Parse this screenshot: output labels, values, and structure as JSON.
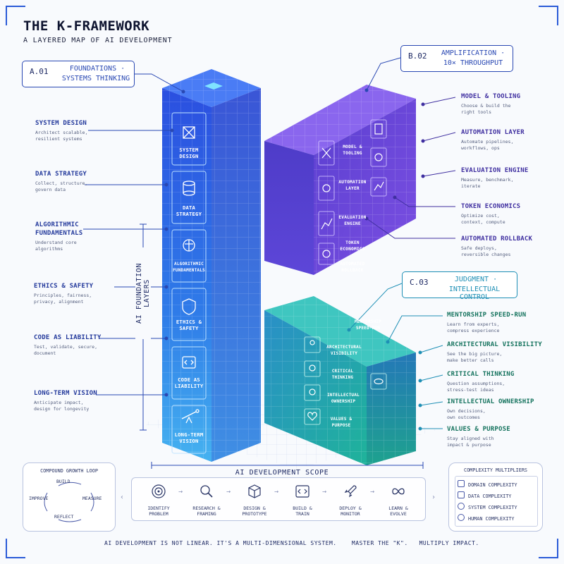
{
  "title": "THE K-FRAMEWORK",
  "subtitle": "A LAYERED MAP OF AI DEVELOPMENT",
  "callouts": {
    "a": {
      "code": "A.01",
      "line1": "FOUNDATIONS ·",
      "line2": "SYSTEMS THINKING"
    },
    "b": {
      "code": "B.02",
      "line1": "AMPLIFICATION ·",
      "line2": "10× THROUGHPUT"
    },
    "c": {
      "code": "C.03",
      "line1": "JUDGMENT ·",
      "line2": "INTELLECTUAL CONTROL"
    }
  },
  "left_labels": [
    {
      "title": "SYSTEM DESIGN",
      "desc1": "Architect scalable,",
      "desc2": "resilient systems"
    },
    {
      "title": "DATA STRATEGY",
      "desc1": "Collect, structure,",
      "desc2": "govern data"
    },
    {
      "title": "ALGORITHMIC",
      "title2": "FUNDAMENTALS",
      "desc1": "Understand core",
      "desc2": "algorithms"
    },
    {
      "title": "ETHICS & SAFETY",
      "desc1": "Principles, fairness,",
      "desc2": "privacy, alignment"
    },
    {
      "title": "CODE AS LIABILITY",
      "desc1": "Test, validate, secure,",
      "desc2": "document"
    },
    {
      "title": "LONG-TERM VISION",
      "desc1": "Anticipate impact,",
      "desc2": "design for longevity"
    }
  ],
  "right_top_labels": [
    {
      "title": "MODEL & TOOLING",
      "desc1": "Choose & build the",
      "desc2": "right tools"
    },
    {
      "title": "AUTOMATION LAYER",
      "desc1": "Automate pipelines,",
      "desc2": "workflows, ops"
    },
    {
      "title": "EVALUATION ENGINE",
      "desc1": "Measure, benchmark,",
      "desc2": "iterate"
    },
    {
      "title": "TOKEN ECONOMICS",
      "desc1": "Optimize cost,",
      "desc2": "context, compute"
    },
    {
      "title": "AUTOMATED ROLLBACK",
      "desc1": "Safe deploys,",
      "desc2": "reversible changes"
    }
  ],
  "right_bottom_labels": [
    {
      "title": "MENTORSHIP SPEED-RUN",
      "desc1": "Learn from experts,",
      "desc2": "compress experience"
    },
    {
      "title": "ARCHITECTURAL VISIBILITY",
      "desc1": "See the big picture,",
      "desc2": "make better calls"
    },
    {
      "title": "CRITICAL THINKING",
      "desc1": "Question assumptions,",
      "desc2": "stress-test ideas"
    },
    {
      "title": "INTELLECTUAL OWNERSHIP",
      "desc1": "Own decisions,",
      "desc2": "own outcomes"
    },
    {
      "title": "VALUES & PURPOSE",
      "desc1": "Stay aligned with",
      "desc2": "impact & purpose"
    }
  ],
  "pillar_faces": [
    {
      "l1": "SYSTEM",
      "l2": "DESIGN"
    },
    {
      "l1": "DATA",
      "l2": "STRATEGY"
    },
    {
      "l1": "ALGORITHMIC",
      "l2": "FUNDAMENTALS"
    },
    {
      "l1": "ETHICS &",
      "l2": "SAFETY"
    },
    {
      "l1": "CODE AS",
      "l2": "LIABILITY"
    },
    {
      "l1": "LONG-TERM",
      "l2": "VISION"
    }
  ],
  "upper_arm_faces": [
    {
      "l1": "MODEL &",
      "l2": "TOOLING"
    },
    {
      "l1": "AUTOMATION",
      "l2": "LAYER"
    },
    {
      "l1": "EVALUATION",
      "l2": "ENGINE"
    },
    {
      "l1": "TOKEN",
      "l2": "ECONOMICS"
    },
    {
      "l1": "AUTOMATED",
      "l2": "ROLLBACK"
    }
  ],
  "lower_arm_faces": [
    {
      "l1": "MENTORSHIP",
      "l2": "SPEED-RUN"
    },
    {
      "l1": "ARCHITECTURAL",
      "l2": "VISIBILITY"
    },
    {
      "l1": "CRITICAL",
      "l2": "THINKING"
    },
    {
      "l1": "INTELLECTUAL",
      "l2": "OWNERSHIP"
    },
    {
      "l1": "VALUES &",
      "l2": "PURPOSE"
    }
  ],
  "vertical_axis": "AI FOUNDATION LAYERS",
  "horizontal_axis": "AI DEVELOPMENT SCOPE",
  "loop": {
    "title": "COMPOUND GROWTH LOOP",
    "build": "BUILD",
    "measure": "MEASURE",
    "reflect": "REFLECT",
    "improve": "IMPROVE"
  },
  "process_steps": [
    {
      "l1": "IDENTIFY",
      "l2": "PROBLEM",
      "icon": "target-icon"
    },
    {
      "l1": "RESEARCH &",
      "l2": "FRAMING",
      "icon": "magnifier-icon"
    },
    {
      "l1": "DESIGN &",
      "l2": "PROTOTYPE",
      "icon": "cube-icon"
    },
    {
      "l1": "BUILD &",
      "l2": "TRAIN",
      "icon": "code-icon"
    },
    {
      "l1": "DEPLOY &",
      "l2": "MONITOR",
      "icon": "rocket-icon"
    },
    {
      "l1": "LEARN &",
      "l2": "EVOLVE",
      "icon": "infinity-icon"
    }
  ],
  "complexity": {
    "title": "COMPLEXITY MULTIPLIERS",
    "items": [
      "DOMAIN COMPLEXITY",
      "DATA COMPLEXITY",
      "SYSTEM COMPLEXITY",
      "HUMAN COMPLEXITY"
    ]
  },
  "footer": "AI DEVELOPMENT IS NOT LINEAR. IT'S A MULTI-DIMENSIONAL SYSTEM.    MASTER THE \"K\".   MULTIPLY IMPACT.",
  "colors": {
    "blue": "#2f5fe0",
    "purple": "#6a45d8",
    "teal": "#1ea896",
    "ink": "#1a1f3a"
  }
}
